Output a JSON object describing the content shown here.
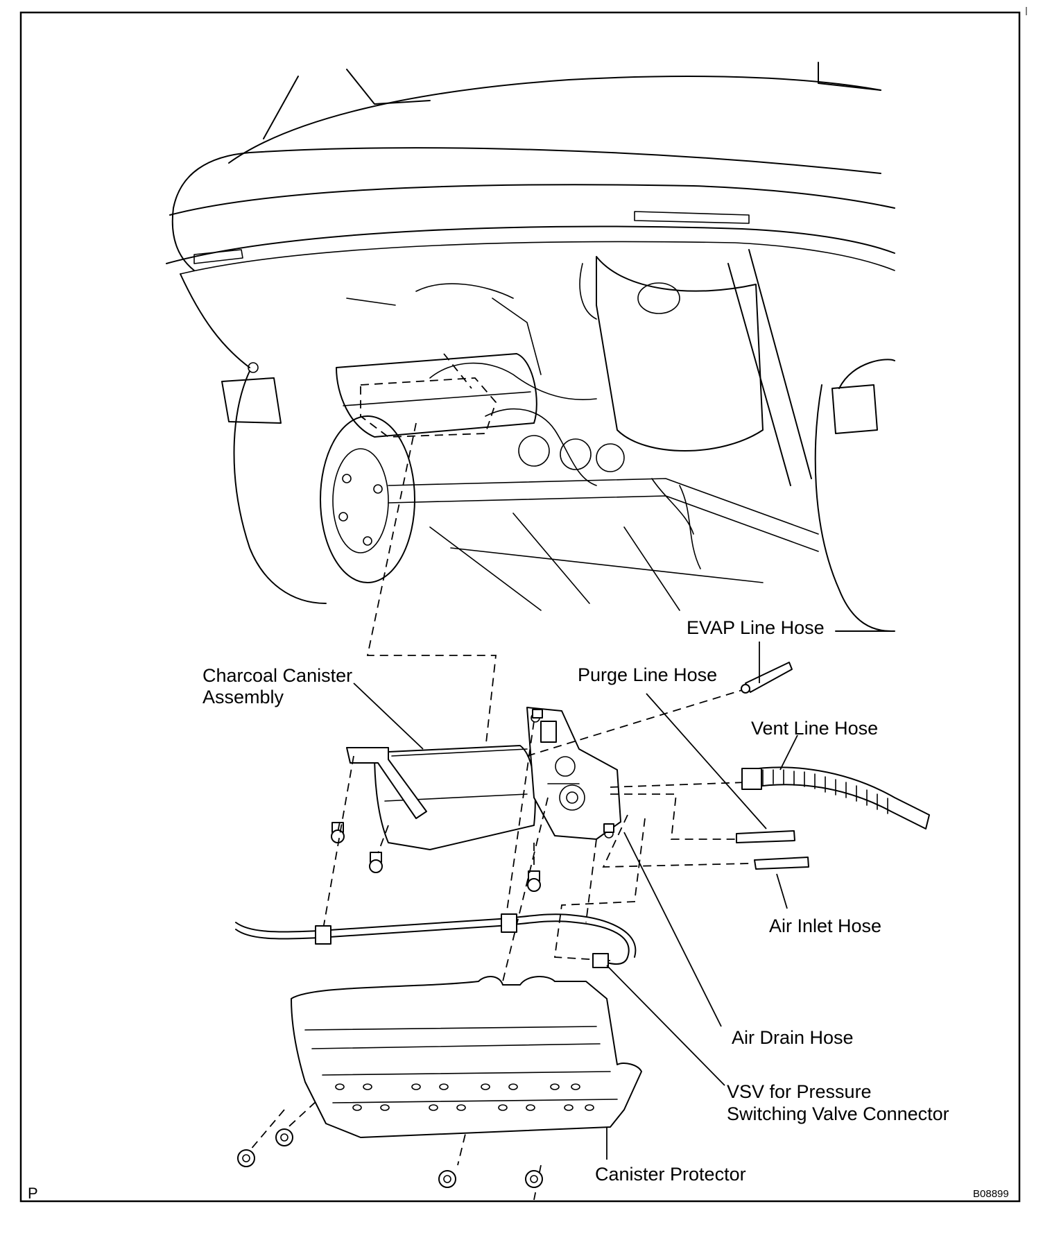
{
  "labels": {
    "charcoal_canister_line1": "Charcoal Canister",
    "charcoal_canister_line2": "Assembly",
    "evap_line_hose": "EVAP Line Hose",
    "purge_line_hose": "Purge Line Hose",
    "vent_line_hose": "Vent Line Hose",
    "air_inlet_hose": "Air Inlet Hose",
    "air_drain_hose": "Air Drain Hose",
    "vsv_line1": "VSV for Pressure",
    "vsv_line2": "Switching Valve Connector",
    "canister_protector": "Canister Protector"
  },
  "corner_mark": "P",
  "figure_code": "B08899"
}
